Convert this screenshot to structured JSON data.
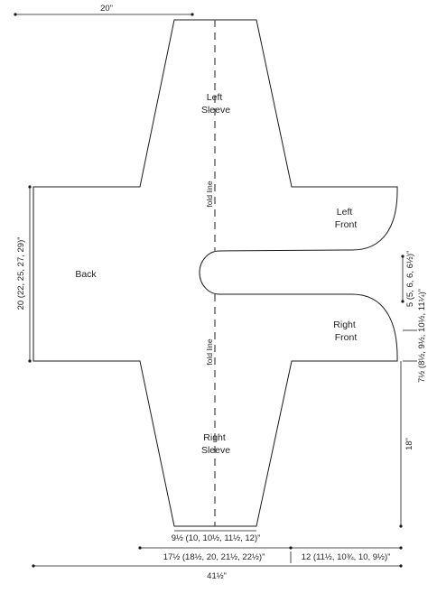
{
  "pieces": {
    "left_sleeve": [
      "Left",
      "Sleeve"
    ],
    "right_sleeve": [
      "Right",
      "Sleeve"
    ],
    "left_front": [
      "Left",
      "Front"
    ],
    "right_front": [
      "Right",
      "Front"
    ],
    "back": "Back"
  },
  "fold_label": "fold line",
  "dimensions": {
    "top_width": "20”",
    "back_height": "20 (22, 25, 27, 29)”",
    "front_opening": "5 (5, 6, 6, 6½)”",
    "front_side": "7½ (8½, 9½, 10½, 11¼)”",
    "sleeve_length": "18”",
    "cuff_width": "9½ (10, 10½, 11½, 12)”",
    "half_width": "17½ (18½, 20, 21½, 22½)”",
    "front_width": "12 (11½, 10¾, 10, 9½)”",
    "total_width": "41½”"
  }
}
